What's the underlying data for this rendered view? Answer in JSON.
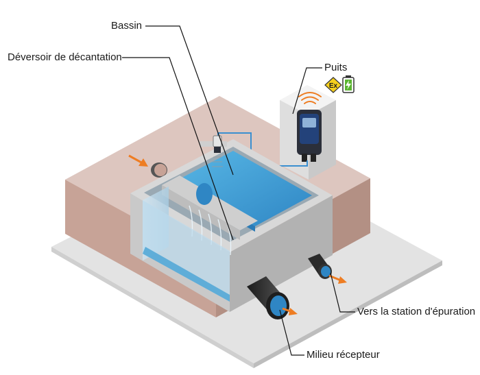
{
  "labels": {
    "bassin": "Bassin",
    "deversoir": "Déversoir de décantation",
    "puits": "Puits",
    "station": "Vers la station d'épuration",
    "milieu": "Milieu récepteur"
  },
  "icons": {
    "atex": "atex-warning-icon",
    "atex_text": "Ex",
    "battery": "battery-charging-icon",
    "signal": "wireless-signal-icon"
  },
  "colors": {
    "ground": "#e2e2e2",
    "soil": "#c9aaa1",
    "concrete": "#d3d3d3",
    "water": "#3f9cd0",
    "flow_arrow": "#ee7d23",
    "cable": "#3a8fd0",
    "atex_yellow": "#f5cf1d",
    "battery_green": "#5bb531"
  }
}
